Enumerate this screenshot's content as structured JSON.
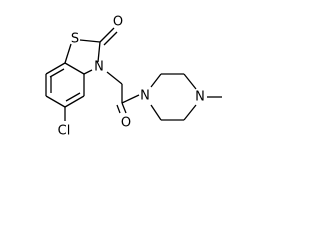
{
  "molecule": {
    "atoms": {
      "oxygen_carbonyl_ring": "O",
      "sulfur": "S",
      "nitrogen_ring": "N",
      "oxygen_amide": "O",
      "nitrogen_piperazine_1": "N",
      "nitrogen_piperazine_4": "N",
      "chlorine": "Cl"
    }
  }
}
